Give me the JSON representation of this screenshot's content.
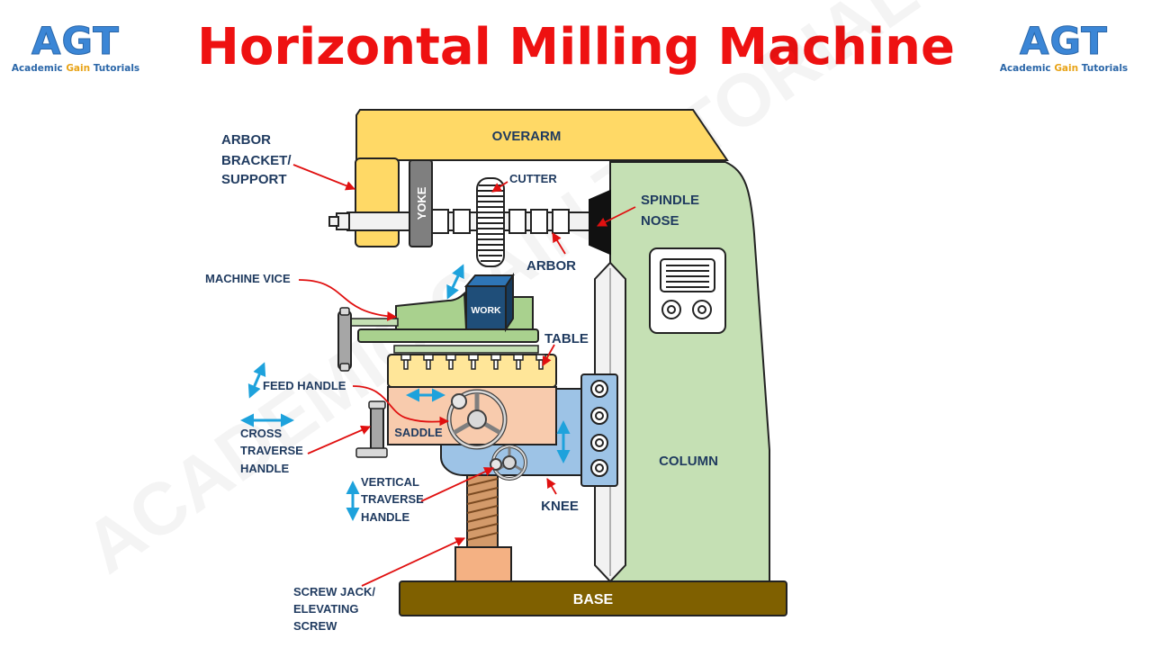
{
  "header": {
    "title": "Horizontal Milling Machine",
    "logo_mark": "AGT",
    "logo_sub_a": "Academic ",
    "logo_sub_b": "Gain",
    "logo_sub_c": " Tutorials"
  },
  "watermark": "ACADEMIC GAIN TUTORIALS",
  "labels": {
    "overarm": "OVERARM",
    "arbor_bracket": [
      "ARBOR",
      "BRACKET/",
      "SUPPORT"
    ],
    "yoke": "YOKE",
    "cutter": "CUTTER",
    "spindle_nose": [
      "SPINDLE",
      "NOSE"
    ],
    "arbor": "ARBOR",
    "machine_vice": "MACHINE VICE",
    "work": "WORK",
    "table": "TABLE",
    "feed_handle": "FEED HANDLE",
    "saddle": "SADDLE",
    "cross_traverse": [
      "CROSS",
      "TRAVERSE",
      "HANDLE"
    ],
    "vertical_traverse": [
      "VERTICAL",
      "TRAVERSE",
      "HANDLE"
    ],
    "knee": "KNEE",
    "column": "COLUMN",
    "screw_jack": [
      "SCREW JACK/",
      "ELEVATING",
      "SCREW"
    ],
    "base": "BASE"
  },
  "colors": {
    "title": "#ee1111",
    "overarm": "#ffd966",
    "column": "#c5e0b4",
    "table": "#ffe699",
    "saddle": "#f8cbad",
    "knee": "#9dc3e6",
    "base": "#7f6000",
    "screw": "#d39a6a",
    "leader": "#e01010",
    "motion_arrow": "#1ea2dc",
    "label_text": "#1f3a5f"
  }
}
